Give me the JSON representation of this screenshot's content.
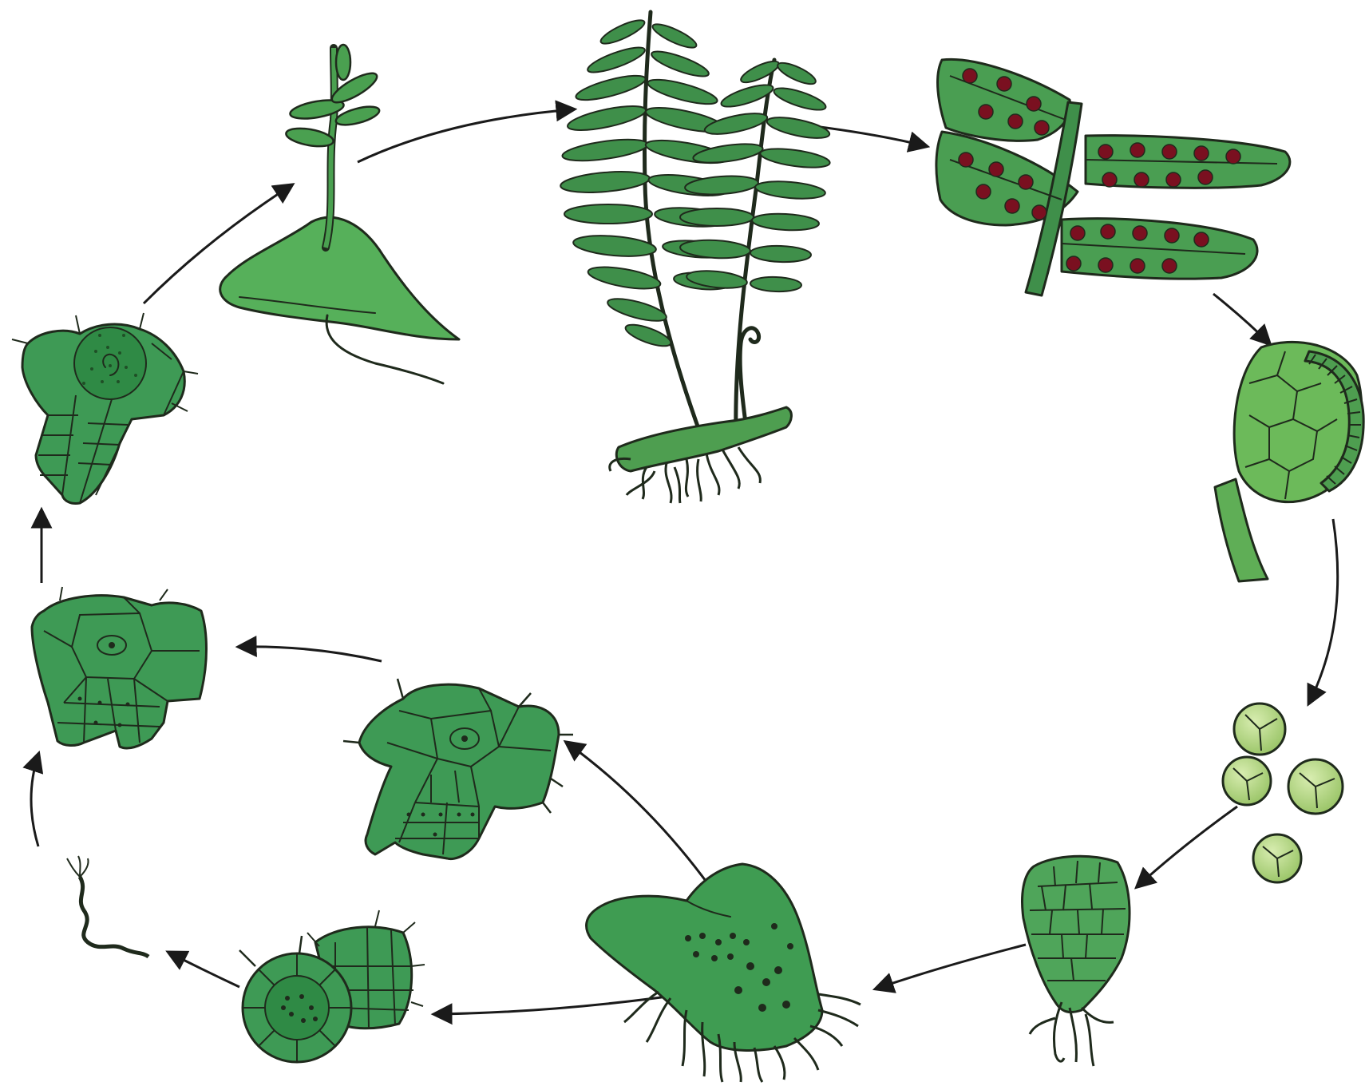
{
  "diagram": {
    "kind": "fern life cycle illustration",
    "labels": [],
    "colors": {
      "sporophyte_green": "#4e9e50",
      "frond_green": "#3f8f4a",
      "prothallus_green": "#3e9a55",
      "spore_green": "#b9d98a",
      "sorus_red": "#7a1020",
      "ink": "#1f2a1c"
    },
    "stages": [
      {
        "id": "young-sporophyte",
        "icon": "young-sporophyte-on-prothallus-icon"
      },
      {
        "id": "mature-sporophyte",
        "icon": "fern-plant-with-rhizome-icon"
      },
      {
        "id": "frond-with-sori",
        "icon": "frond-sori-icon"
      },
      {
        "id": "sporangium",
        "icon": "sporangium-icon"
      },
      {
        "id": "spores",
        "icon": "spores-icon"
      },
      {
        "id": "germinating-spore",
        "icon": "germinating-spore-icon"
      },
      {
        "id": "prothallus",
        "icon": "heart-shaped-prothallus-icon"
      },
      {
        "id": "antheridium",
        "icon": "antheridium-icon"
      },
      {
        "id": "sperm",
        "icon": "sperm-icon"
      },
      {
        "id": "archegonium",
        "icon": "archegonium-icon"
      },
      {
        "id": "fertilized-archegonium",
        "icon": "fertilized-archegonium-icon"
      },
      {
        "id": "zygote-archegonium",
        "icon": "archegonium-with-embryo-icon"
      }
    ]
  }
}
